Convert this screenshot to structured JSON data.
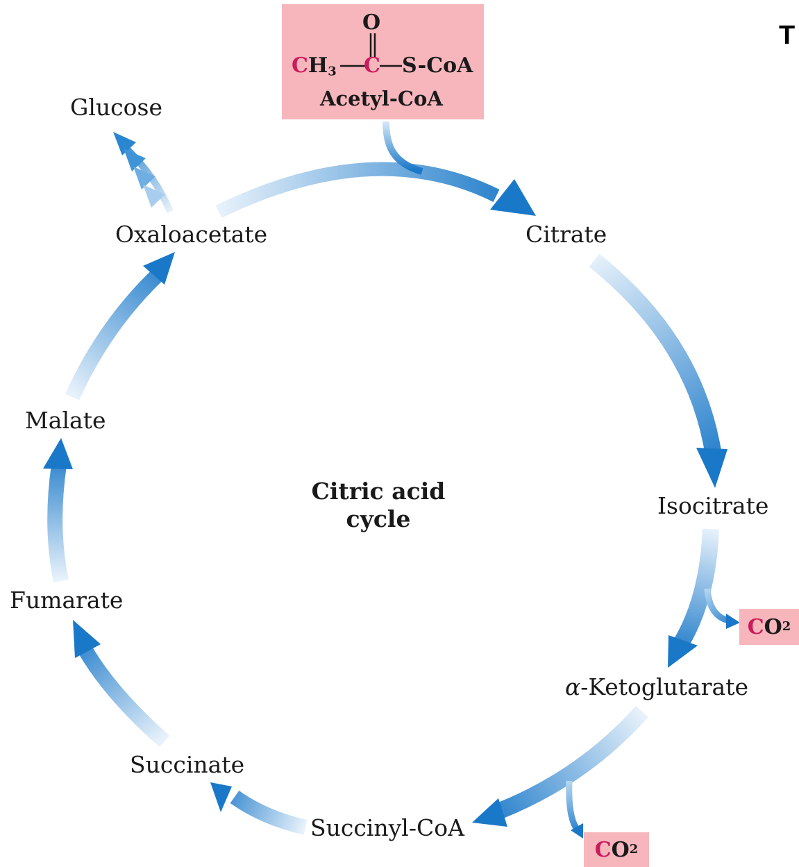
{
  "title": "Citric acid cycle",
  "title_line1": "Citric acid",
  "title_line2": "cycle",
  "cutoff_text": "T",
  "acetyl_coa": {
    "oxygen": "O",
    "ch3_c": "C",
    "ch3_h": "H",
    "ch3_sub": "3",
    "carbonyl_c": "C",
    "s_coa": "S-CoA",
    "name": "Acetyl-CoA"
  },
  "metabolites": {
    "glucose": "Glucose",
    "oxaloacetate": "Oxaloacetate",
    "citrate": "Citrate",
    "isocitrate": "Isocitrate",
    "alpha_prefix": "α",
    "ketoglutarate": "-Ketoglutarate",
    "succinyl_coa": "Succinyl-CoA",
    "succinate": "Succinate",
    "fumarate": "Fumarate",
    "malate": "Malate"
  },
  "co2": {
    "c": "C",
    "o": "O",
    "sub": "2"
  },
  "colors": {
    "arrow_blue": "#1a78c8",
    "arrow_fade": "#e8f2fb",
    "highlight_box": "#f7b6bc",
    "carbon_magenta": "#cc1a5c"
  }
}
